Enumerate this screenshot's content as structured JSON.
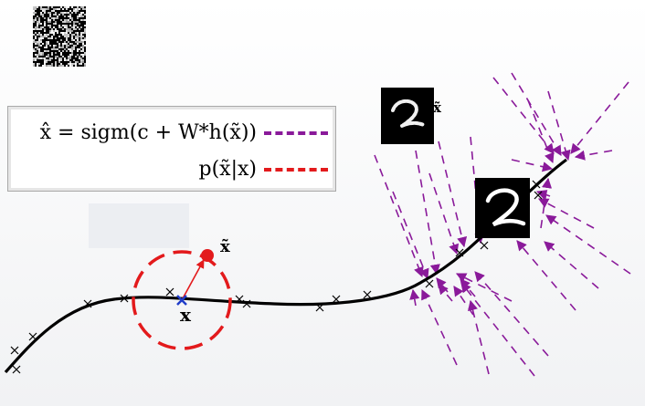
{
  "legend": {
    "reconstruction_formula": "x̂ = sigm(c + W*h(x̃))",
    "corruption_distribution": "p(x̃|x)"
  },
  "labels": {
    "clean_point": "x",
    "corrupted_point": "x̃",
    "image_label": "x̃"
  },
  "colors": {
    "curve": "#000000",
    "reconstruction_arrows": "#8a1a9a",
    "corruption": "#e31a1c",
    "clean_marker": "#1f3cc8"
  }
}
